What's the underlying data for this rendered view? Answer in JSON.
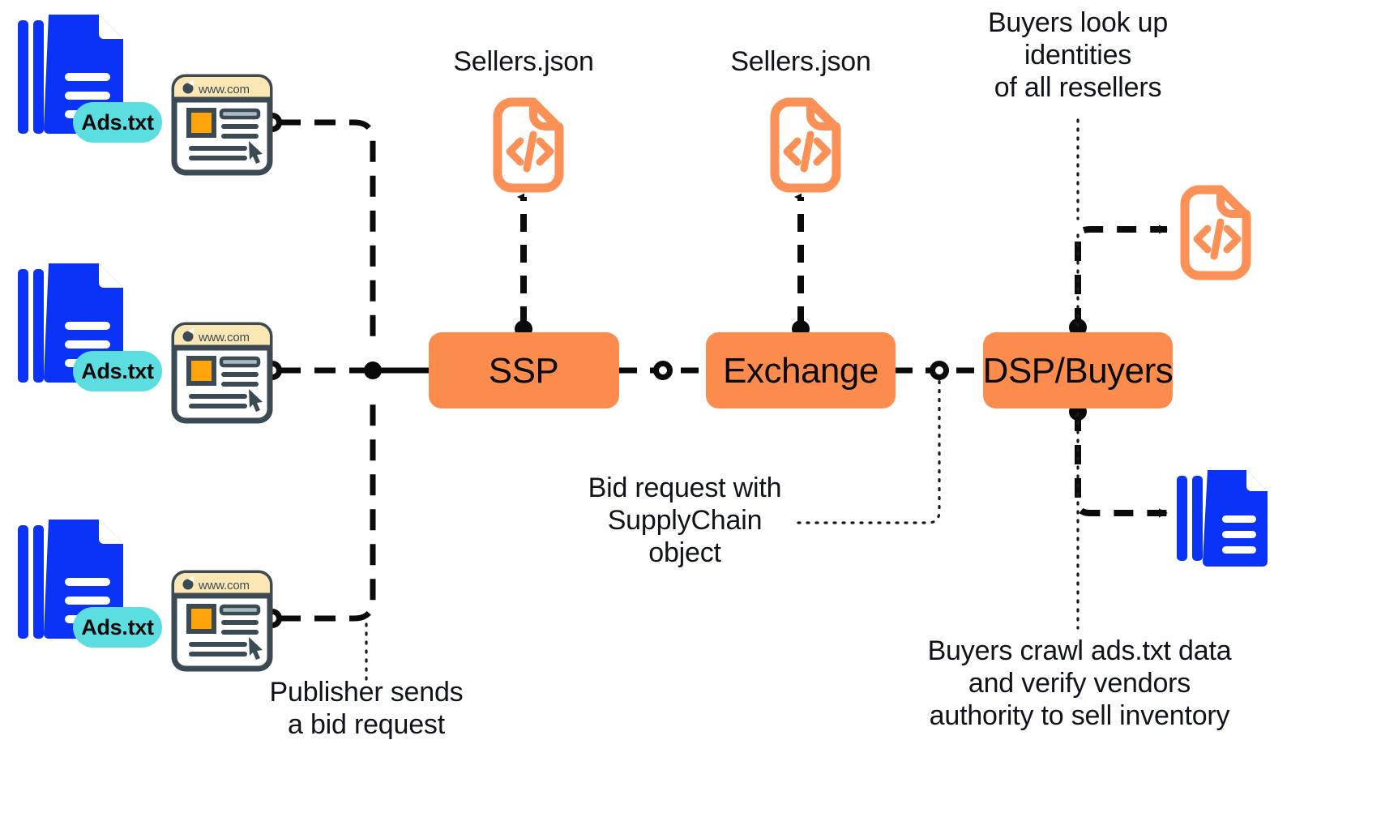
{
  "diagram": {
    "title_nodes": {
      "ssp": "SSP",
      "exchange": "Exchange",
      "dsp": "DSP/Buyers"
    },
    "labels": {
      "sellers_json_ssp": "Sellers.json",
      "sellers_json_exchange": "Sellers.json",
      "buyers_lookup": "Buyers look up\nidentities\nof all resellers",
      "bid_request_supplychain": "Bid request with\nSupplyChain\nobject",
      "publisher_sends": "Publisher sends\na bid request",
      "buyers_crawl": "Buyers crawl ads.txt data\nand verify vendors\nauthority to sell inventory"
    },
    "ads_txt_badges": [
      {
        "text": "Ads.txt"
      },
      {
        "text": "Ads.txt"
      },
      {
        "text": "Ads.txt"
      }
    ],
    "browsers": [
      {
        "url": "www.com"
      },
      {
        "url": "www.com"
      },
      {
        "url": "www.com"
      }
    ],
    "icons": {
      "ads_txt_doc": "document-stack-icon",
      "browser_window": "browser-window-icon",
      "sellers_json_file": "code-file-icon",
      "reseller_doc_stack": "document-stack-icon",
      "junction_solid": "solid-dot-connector",
      "junction_hollow": "hollow-dot-connector"
    },
    "colors": {
      "node_fill": "#FB8C4E",
      "doc_blue": "#0B33F7",
      "badge_teal": "#5CDEE0",
      "file_orange": "#FB9156",
      "browser_stroke": "#3C4A54",
      "browser_header": "#FBE7B4",
      "browser_thumb": "#FFA40A",
      "line_black": "#0A0A0A",
      "background": "#FFFFFF"
    }
  }
}
